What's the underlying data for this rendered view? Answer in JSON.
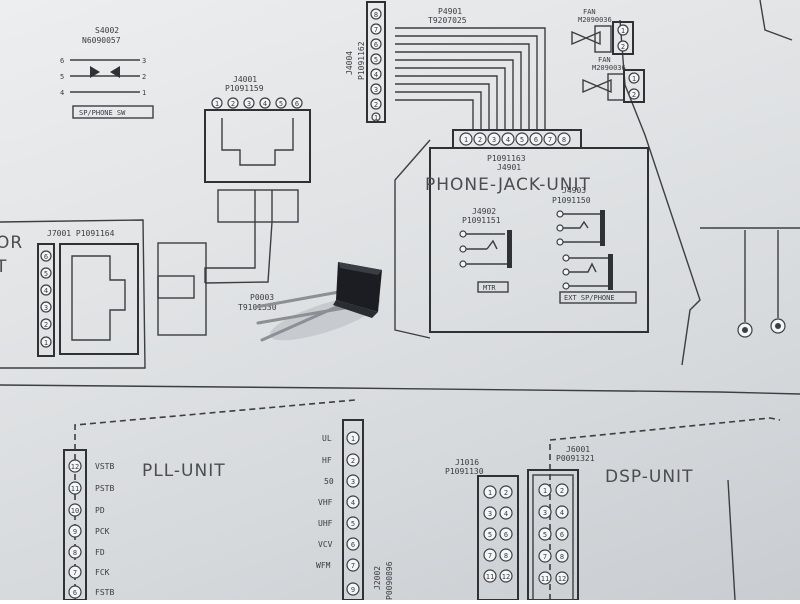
{
  "labels": {
    "s4002": "S4002",
    "s4002_part": "N6090057",
    "sw_caption": "SP/PHONE SW",
    "j4001": "J4001",
    "j4001_part": "P1091159",
    "j4004": "J4004",
    "j4004_part": "P1091162",
    "p4901": "P4901",
    "p4901_part": "T9207025",
    "fan1": "FAN",
    "fan1_part": "M2090036",
    "fan2": "FAN",
    "fan2_part": "M2090036",
    "j4901_part": "P1091163",
    "j4901": "J4901",
    "phone_jack_unit": "PHONE-JACK-UNIT",
    "j4902": "J4902",
    "j4902_part": "P1091151",
    "j4903": "J4903",
    "j4903_part": "P1091150",
    "mtr": "MTR",
    "ext_sp_phone": "EXT SP/PHONE",
    "j7001": "J7001 P1091164",
    "or_fragment": "OR",
    "t_fragment": "T",
    "p0003": "P0003",
    "p0003_part": "T9101530",
    "pll_unit": "PLL-UNIT",
    "dsp_unit": "DSP-UNIT",
    "j1016": "J1016",
    "j1016_part": "P1091130",
    "j6001": "J6001",
    "j6001_part": "P0091321",
    "j2002": "J2002",
    "j2002_part": "P0090896"
  },
  "pll_signals": [
    "VSTB",
    "PSTB",
    "PD",
    "PCK",
    "FD",
    "FCK",
    "FSTB"
  ],
  "j2002_signals": [
    "UL",
    "HF",
    "50",
    "VHF",
    "UHF",
    "VCV",
    "WFM"
  ],
  "subject": "transistor (TO-92 package)"
}
